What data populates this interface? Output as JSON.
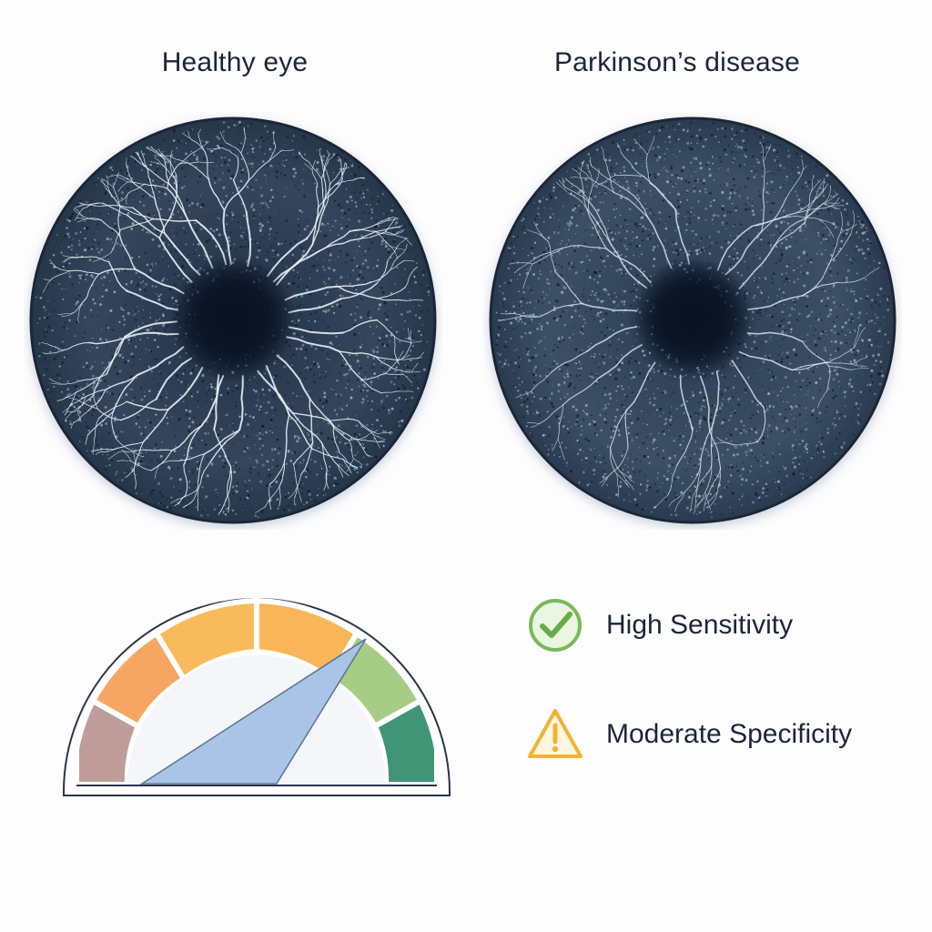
{
  "panels": {
    "left_title": "Healthy eye",
    "right_title": "Parkinson’s disease"
  },
  "legend": {
    "sensitivity_label": "High Sensitivity",
    "sensitivity_icon": "check-circle-icon",
    "sensitivity_color": "#7cb85a",
    "specificity_label": "Moderate Specificity",
    "specificity_icon": "warning-triangle-icon",
    "specificity_color": "#f2b233"
  },
  "colors": {
    "retina_dark": "#1c2a3e",
    "vessel": "#e8eef5",
    "gauge_needle": "#a9c4e6"
  }
}
